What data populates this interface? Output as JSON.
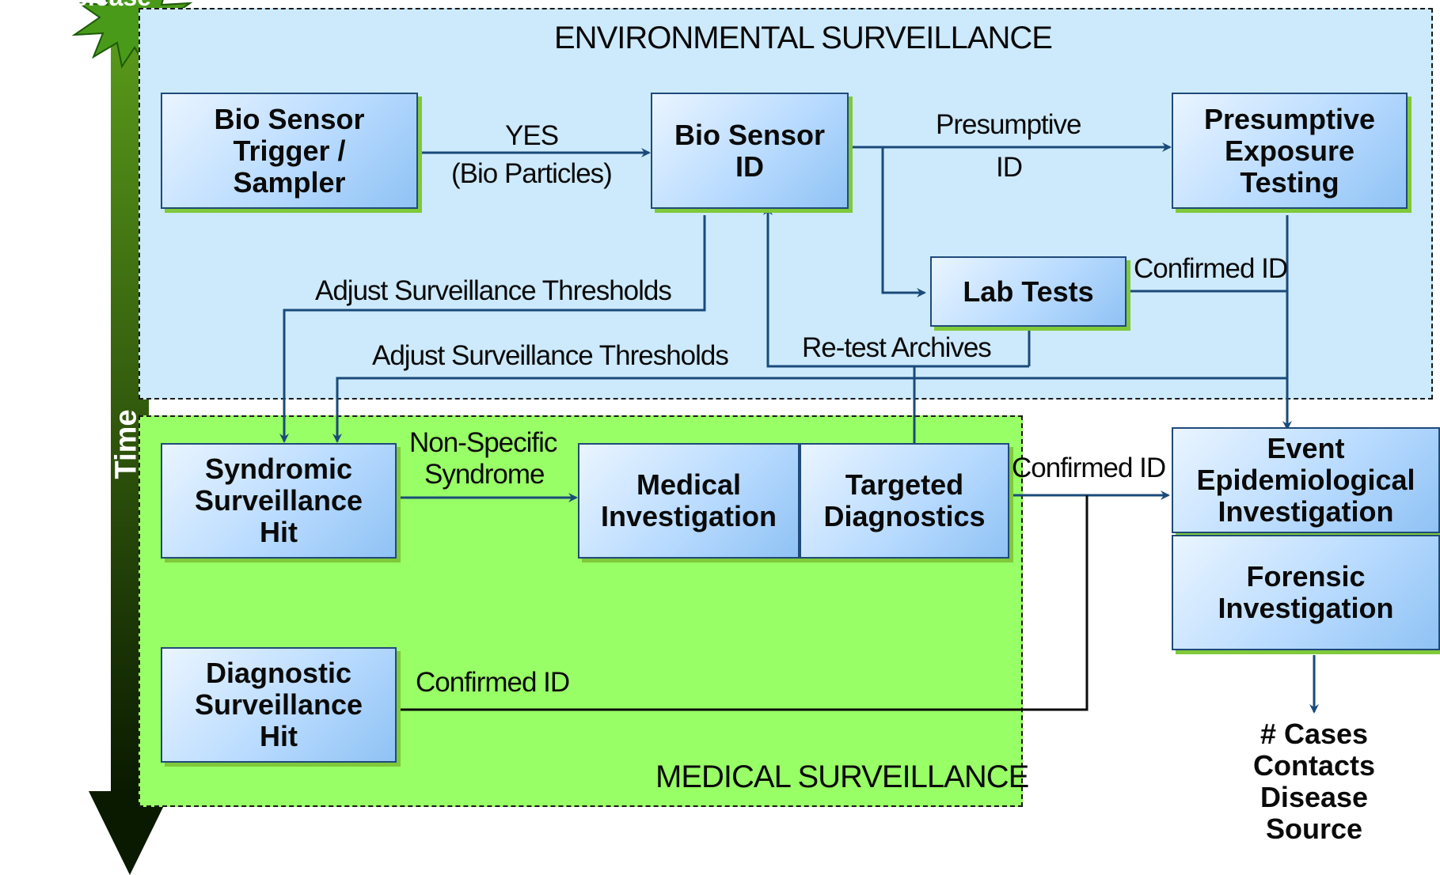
{
  "colors": {
    "environment_bg": "#cdeafc",
    "medical_bg": "#99ff66",
    "arrow": "#1a4a7a",
    "box_shadow": "#7fc93a",
    "time_arrow_top": "#5a9a1a",
    "time_arrow_bottom": "#0a1a00"
  },
  "regions": {
    "environmental": "ENVIRONMENTAL SURVEILLANCE",
    "medical": "MEDICAL SURVEILLANCE"
  },
  "timeline": {
    "label": "Time",
    "start_label": "Release"
  },
  "boxes": {
    "bio_sensor_trigger": "Bio Sensor\nTrigger /\nSampler",
    "bio_sensor_id": "Bio Sensor\nID",
    "presumptive_exposure": "Presumptive\nExposure\nTesting",
    "lab_tests": "Lab Tests",
    "syndromic_hit": "Syndromic\nSurveillance\nHit",
    "medical_investigation": "Medical\nInvestigation",
    "targeted_diagnostics": "Targeted\nDiagnostics",
    "event_epi": "Event\nEpidemiological\nInvestigation",
    "forensic": "Forensic\nInvestigation",
    "diagnostic_hit": "Diagnostic\nSurveillance\nHit"
  },
  "edge_labels": {
    "yes": "YES",
    "bio_particles": "(Bio Particles)",
    "presumptive": "Presumptive",
    "id": "ID",
    "confirmed_id_lab": "Confirmed ID",
    "adjust_1": "Adjust Surveillance Thresholds",
    "adjust_2": "Adjust Surveillance Thresholds",
    "retest": "Re-test Archives",
    "non_specific": "Non-Specific",
    "syndrome": "Syndrome",
    "confirmed_id_targeted": "Confirmed ID",
    "confirmed_id_diag": "Confirmed ID"
  },
  "outcomes": "# Cases\nContacts\nDisease\nSource"
}
